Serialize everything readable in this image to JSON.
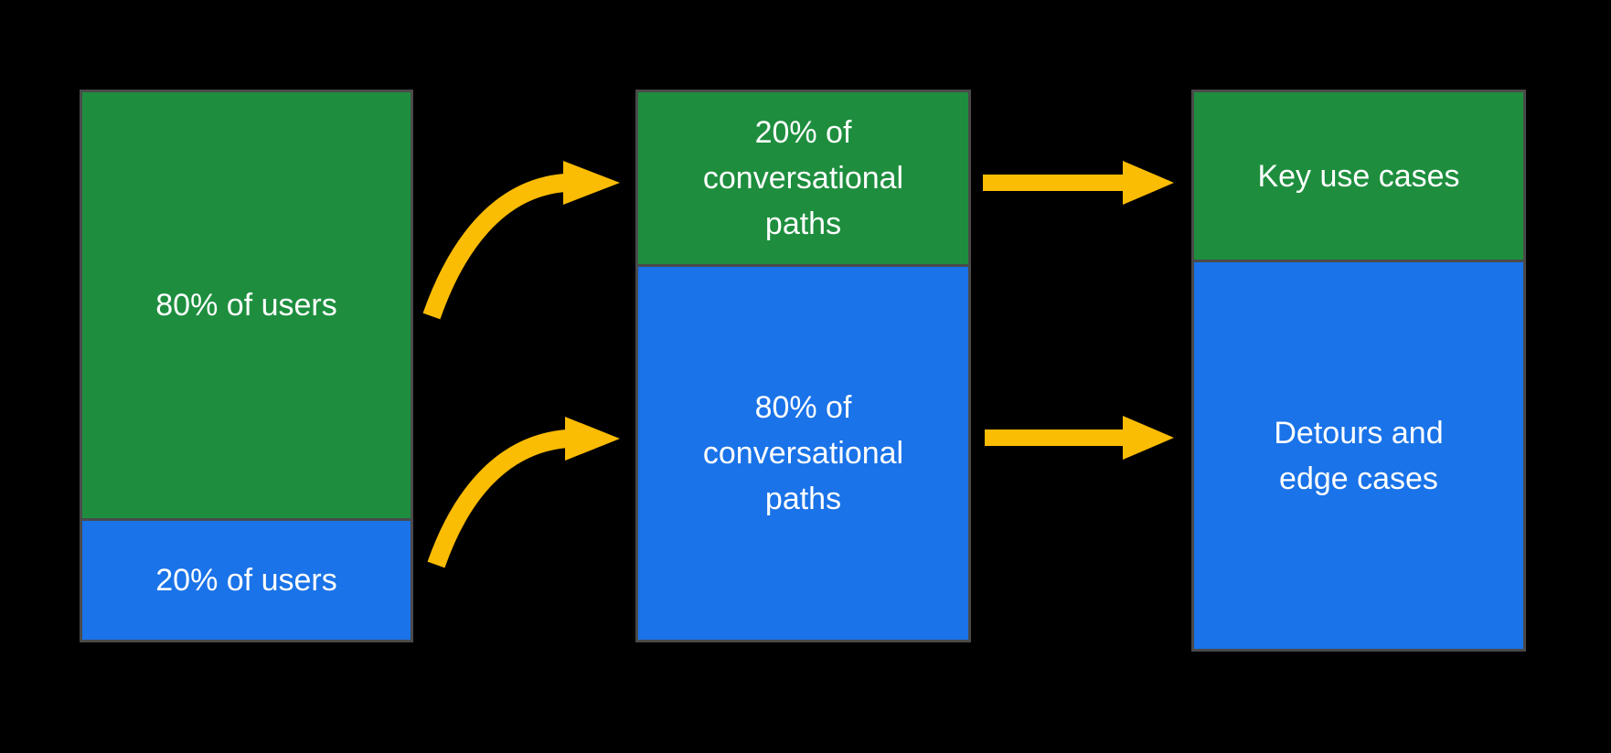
{
  "colors": {
    "green": "#1E8E3E",
    "blue": "#1A73E8",
    "yellow": "#FBBC04",
    "border": "#4A4A4A",
    "label": "#FFFFFF",
    "background": "#000000"
  },
  "columns": [
    {
      "id": "users",
      "segments": [
        {
          "color": "green",
          "share": "80%",
          "label": "80% of users"
        },
        {
          "color": "blue",
          "share": "20%",
          "label": "20% of users"
        }
      ]
    },
    {
      "id": "conversational-paths",
      "segments": [
        {
          "color": "green",
          "share": "20%",
          "label": "20% of\nconversational\npaths"
        },
        {
          "color": "blue",
          "share": "80%",
          "label": "80% of\nconversational\npaths"
        }
      ]
    },
    {
      "id": "outcomes",
      "segments": [
        {
          "color": "green",
          "label": "Key use cases"
        },
        {
          "color": "blue",
          "label": "Detours and\nedge cases"
        }
      ]
    }
  ],
  "arrows": [
    {
      "from": "80% of users",
      "to": "20% of conversational paths",
      "style": "curved"
    },
    {
      "from": "20% of users",
      "to": "80% of conversational paths",
      "style": "curved"
    },
    {
      "from": "20% of conversational paths",
      "to": "Key use cases",
      "style": "straight"
    },
    {
      "from": "80% of conversational paths",
      "to": "Detours and edge cases",
      "style": "straight"
    }
  ]
}
